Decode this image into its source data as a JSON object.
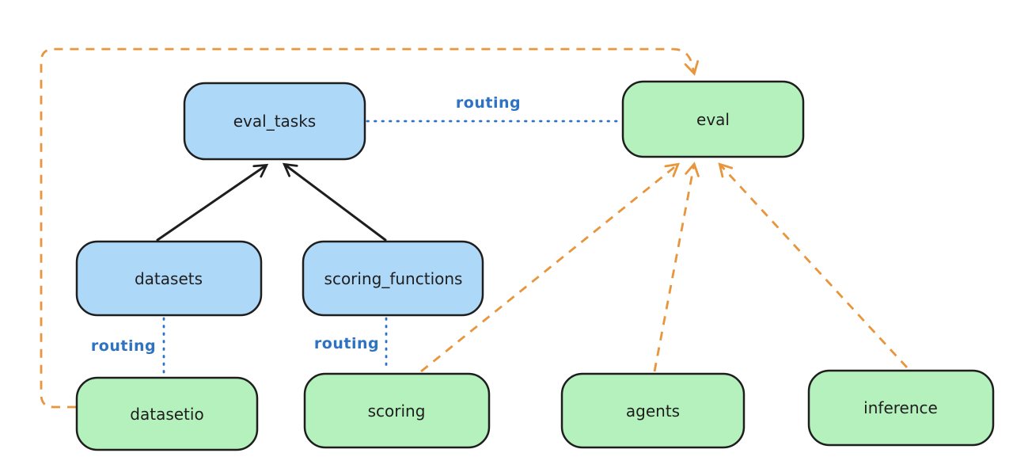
{
  "diagram": {
    "nodes": [
      {
        "id": "eval_tasks",
        "label": "eval_tasks",
        "color": "blue"
      },
      {
        "id": "eval",
        "label": "eval",
        "color": "green"
      },
      {
        "id": "datasets",
        "label": "datasets",
        "color": "blue"
      },
      {
        "id": "scoring_functions",
        "label": "scoring_functions",
        "color": "blue"
      },
      {
        "id": "datasetio",
        "label": "datasetio",
        "color": "green"
      },
      {
        "id": "scoring",
        "label": "scoring",
        "color": "green"
      },
      {
        "id": "agents",
        "label": "agents",
        "color": "green"
      },
      {
        "id": "inference",
        "label": "inference",
        "color": "green"
      }
    ],
    "edges": [
      {
        "from": "datasets",
        "to": "eval_tasks",
        "style": "solid-black-arrow"
      },
      {
        "from": "scoring_functions",
        "to": "eval_tasks",
        "style": "solid-black-arrow"
      },
      {
        "from": "eval_tasks",
        "to": "eval",
        "style": "dotted-blue",
        "label": "routing"
      },
      {
        "from": "datasets",
        "to": "datasetio",
        "style": "dotted-blue",
        "label": "routing"
      },
      {
        "from": "scoring_functions",
        "to": "scoring",
        "style": "dotted-blue",
        "label": "routing"
      },
      {
        "from": "datasetio",
        "to": "eval",
        "style": "dashed-orange-arrow"
      },
      {
        "from": "scoring",
        "to": "eval",
        "style": "dashed-orange-arrow"
      },
      {
        "from": "agents",
        "to": "eval",
        "style": "dashed-orange-arrow"
      },
      {
        "from": "inference",
        "to": "eval",
        "style": "dashed-orange-arrow"
      }
    ],
    "colors": {
      "blue_fill": "#aed8f8",
      "green_fill": "#b5f1bd",
      "stroke": "#1e1e1e",
      "routing_blue": "#2e72c2",
      "orange": "#e8953c",
      "background": "#ffffff"
    }
  }
}
